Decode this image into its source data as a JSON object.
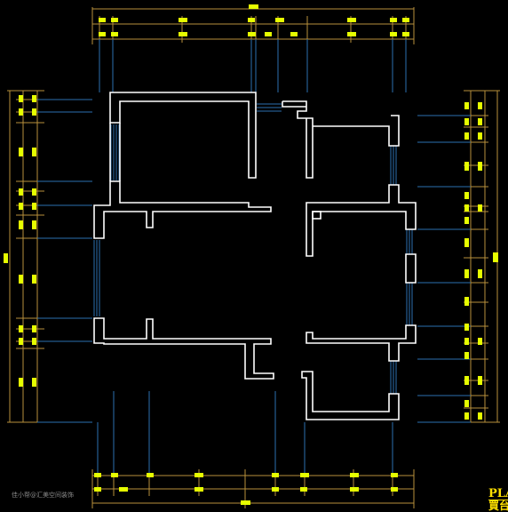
{
  "title_block": {
    "heading": "PLA",
    "subheading": "買台"
  },
  "watermark": "佳小帮@汇美空间装饰",
  "colors": {
    "background": "#000000",
    "wall": "#ffffff",
    "axis_line": "#2d6fb0",
    "dimension_line": "#b8903c",
    "dimension_tag": "#e6ff00",
    "title": "#ffe000"
  }
}
